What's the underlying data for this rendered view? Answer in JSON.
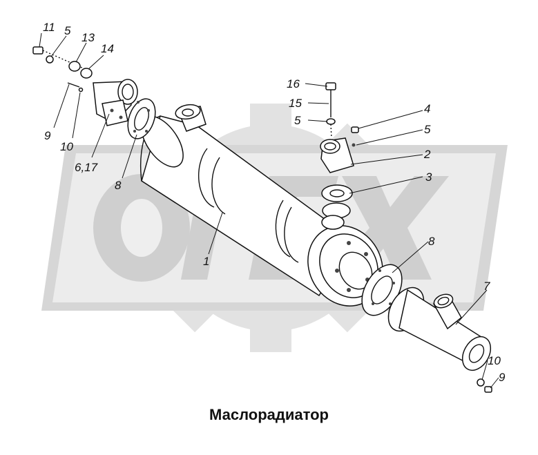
{
  "caption": "Маслорадиатор",
  "watermark": {
    "text": "OPEX",
    "color": "#d9d9d9"
  },
  "callouts": {
    "c1": "1",
    "c2": "2",
    "c3": "3",
    "c4": "4",
    "c5a": "5",
    "c5b": "5",
    "c5c": "5",
    "c6": "6,17",
    "c7": "7",
    "c8a": "8",
    "c8b": "8",
    "c9a": "9",
    "c9b": "9",
    "c10a": "10",
    "c10b": "10",
    "c11": "11",
    "c13": "13",
    "c14": "14",
    "c15": "15",
    "c16": "16"
  }
}
